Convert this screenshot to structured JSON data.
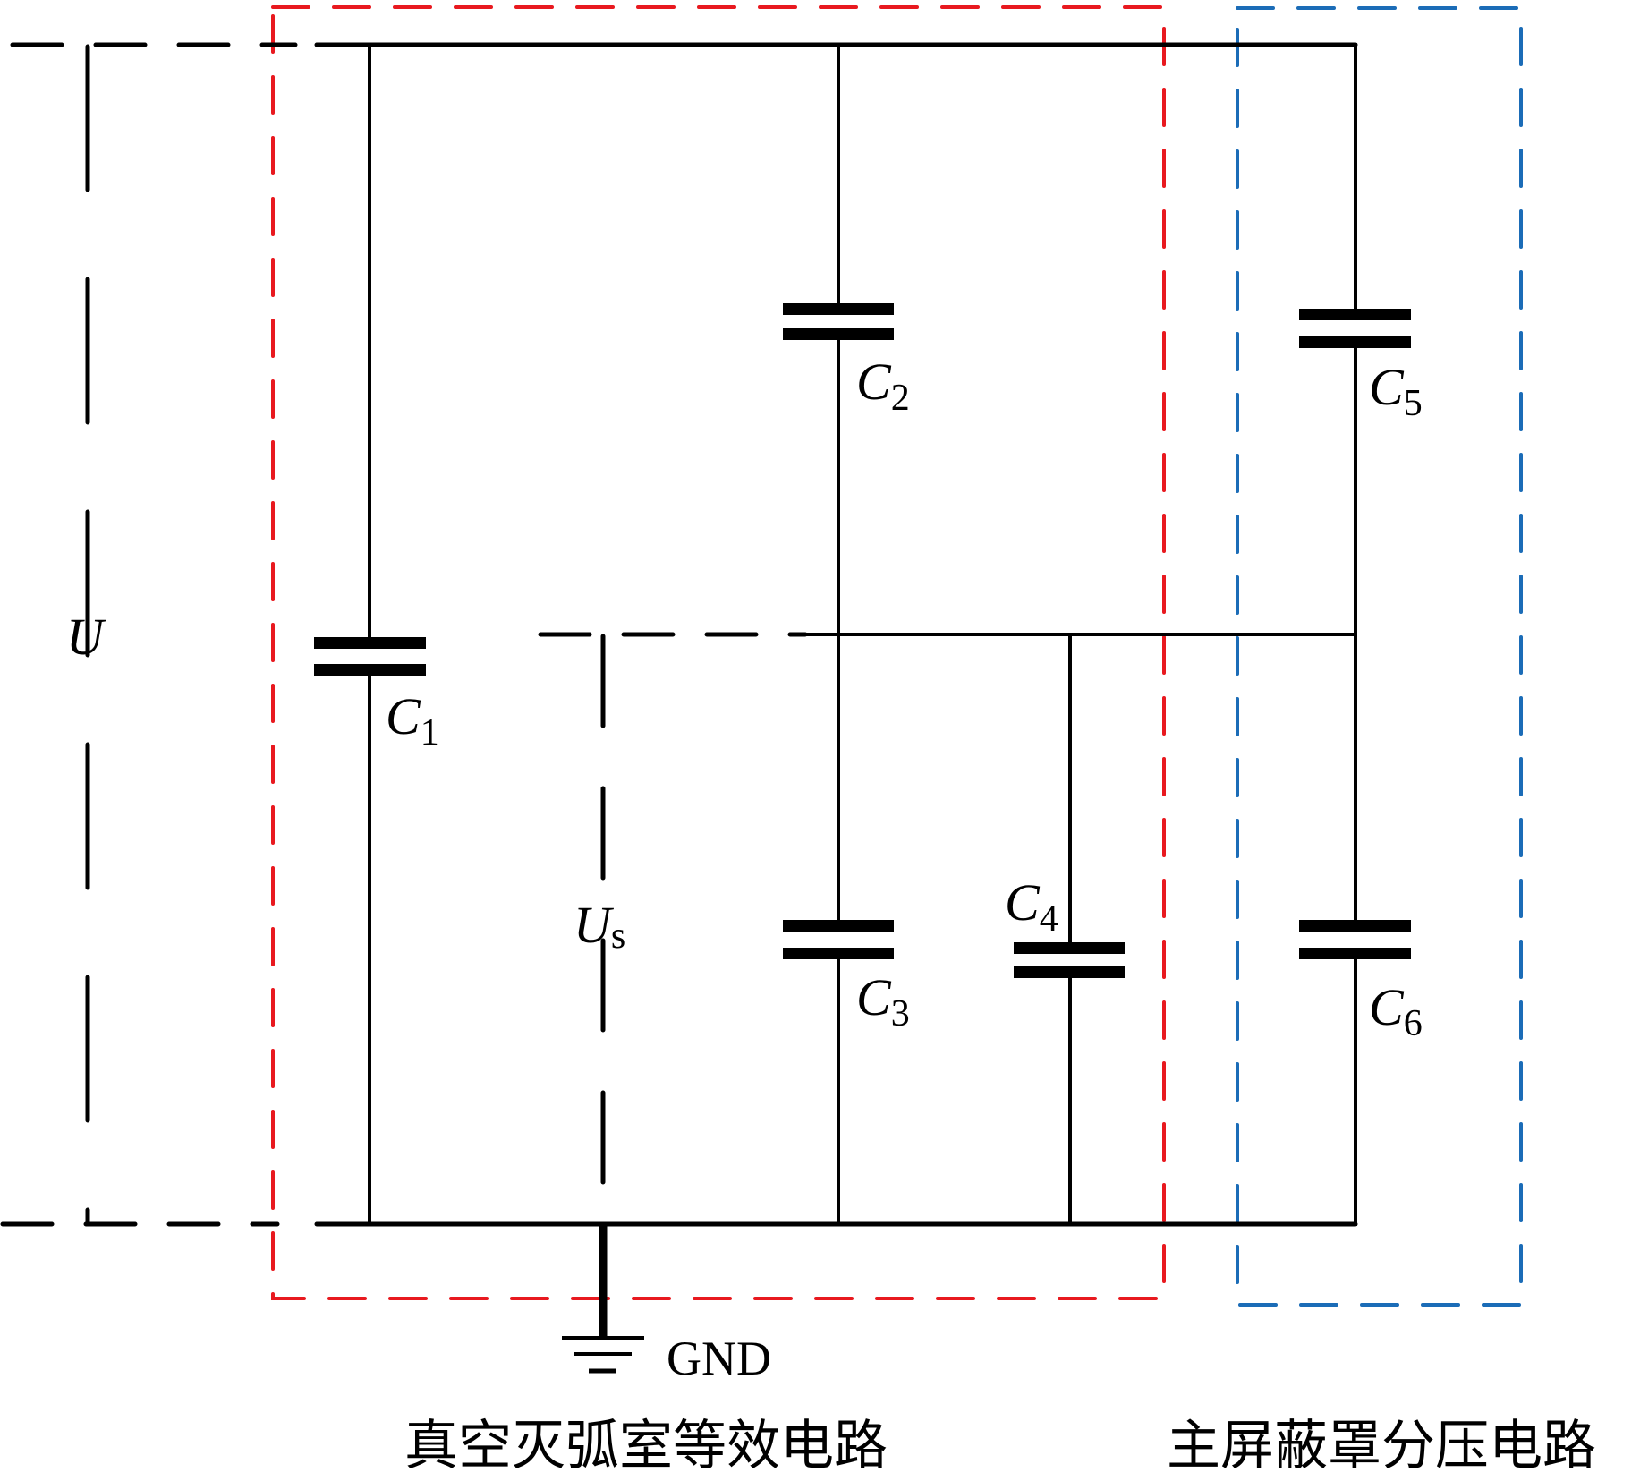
{
  "diagram": {
    "type": "circuit-schematic",
    "colors": {
      "equivalent_box": "#E8191F",
      "shield_box": "#1B6CB7",
      "wire": "#000000"
    },
    "voltages": [
      {
        "symbol": "U",
        "subscript": ""
      },
      {
        "symbol": "U",
        "subscript": "s"
      }
    ],
    "capacitors": [
      {
        "symbol": "C",
        "subscript": "1"
      },
      {
        "symbol": "C",
        "subscript": "2"
      },
      {
        "symbol": "C",
        "subscript": "3"
      },
      {
        "symbol": "C",
        "subscript": "4"
      },
      {
        "symbol": "C",
        "subscript": "5"
      },
      {
        "symbol": "C",
        "subscript": "6"
      }
    ],
    "ground_label": "GND",
    "captions": {
      "left": "真空灭弧室等效电路",
      "right": "主屏蔽罩分压电路"
    }
  }
}
